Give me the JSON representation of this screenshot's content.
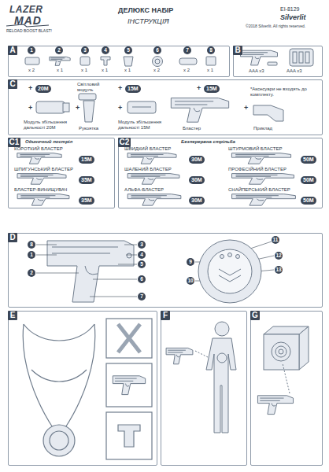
{
  "diagram": {
    "title": "ДЕЛЮКС НАБІР",
    "nodes": [
      {
        "text": [
          "A"
        ]
      },
      {
        "text": [
          "B"
        ]
      },
      {
        "text": [
          "C"
        ]
      },
      {
        "text": [
          "C1"
        ]
      },
      {
        "text": [
          "C2"
        ]
      },
      {
        "text": [
          "D"
        ]
      },
      {
        "text": [
          "E"
        ]
      },
      {
        "text": [
          "F"
        ]
      },
      {
        "text": [
          "G"
        ]
      }
    ],
    "labels": [
      "LAZER",
      "MAD",
      "RELOAD BOOST BLAST!",
      "ІНСТРУКЦІЯ",
      "EI-8129",
      "Silverlit",
      "©2018 Silverlit. All rights reserved.",
      "1",
      "x 2",
      "2",
      "x 1",
      "3",
      "x 1",
      "4",
      "x 1",
      "5",
      "x 1",
      "6",
      "x 2",
      "7",
      "x 2",
      "8",
      "x 1",
      "AAA x3",
      "AAA x3",
      "+",
      "20M",
      "+",
      "Модуль збільшення дальності 20М",
      "Світловий модуль",
      "+",
      "Рукоятка",
      "+",
      "15M",
      "+",
      "Модуль збільшення дальності 15М",
      "+",
      "15M",
      "Бластер",
      "+",
      "Приклад",
      "*Аксесуари не входять до комплекту.",
      "Одиночний постріл",
      "КОРОТКИЙ БЛАСТЕР",
      "15M",
      "ШПИГУНСЬКИЙ БЛАСТЕР",
      "35M",
      "БЛАСТЕР-ВИНИЩУВАЧ",
      "35M",
      "Безперервна стрільба",
      "ШВИДКИЙ БЛАСТЕР",
      "30M",
      "ШАЛЕНИЙ БЛАСТЕР",
      "30M",
      "АЛЬФА-БЛАСТЕР",
      "30M",
      "ШТУРМОВИЙ БЛАСТЕР",
      "50M",
      "ПРОФЕСІЙНИЙ БЛАСТЕР",
      "50M",
      "СНАЙПЕРСЬКИЙ БЛАСТЕР",
      "50M",
      "8",
      "1",
      "2",
      "3",
      "4",
      "5",
      "6",
      "7",
      "9",
      "10",
      "11",
      "12",
      "13"
    ]
  }
}
